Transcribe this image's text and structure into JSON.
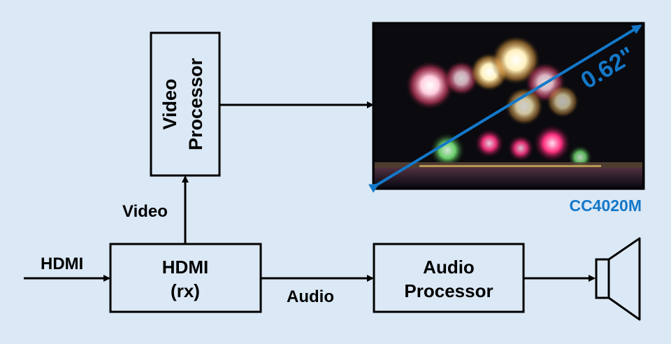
{
  "blocks": {
    "video_processor": {
      "line1": "Video",
      "line2": "Processor"
    },
    "hdmi_rx": {
      "line1": "HDMI",
      "line2": "(rx)"
    },
    "audio_processor": {
      "line1": "Audio",
      "line2": "Processor"
    }
  },
  "signals": {
    "hdmi_in": "HDMI",
    "video": "Video",
    "audio": "Audio"
  },
  "display": {
    "diagonal": "0.62\"",
    "model": "CC4020M"
  },
  "colors": {
    "background": "#dbe8f5",
    "accent": "#1478c8",
    "line": "#000000"
  }
}
